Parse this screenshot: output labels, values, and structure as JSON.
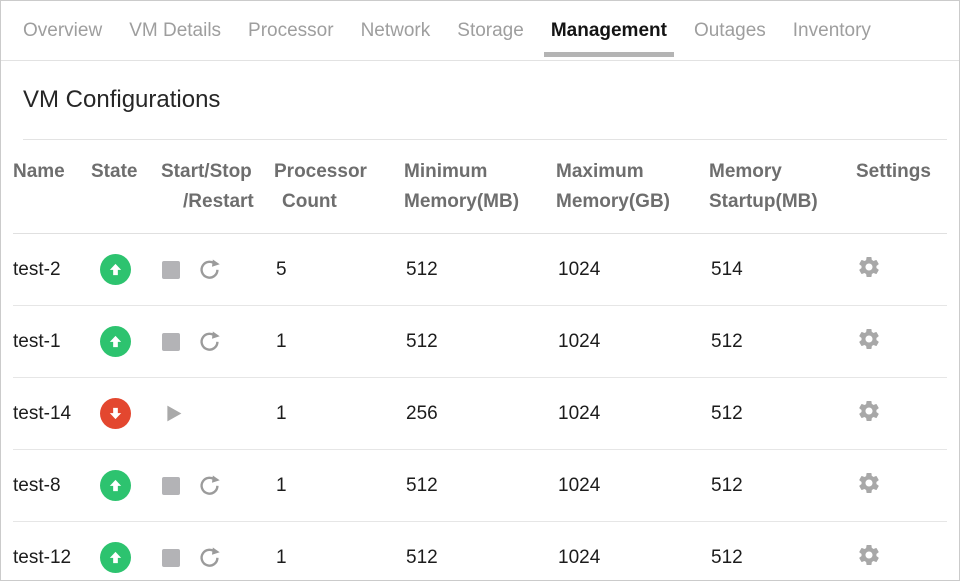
{
  "tabs": {
    "items": [
      {
        "label": "Overview",
        "active": false
      },
      {
        "label": "VM Details",
        "active": false
      },
      {
        "label": "Processor",
        "active": false
      },
      {
        "label": "Network",
        "active": false
      },
      {
        "label": "Storage",
        "active": false
      },
      {
        "label": "Management",
        "active": true
      },
      {
        "label": "Outages",
        "active": false
      },
      {
        "label": "Inventory",
        "active": false
      }
    ]
  },
  "section": {
    "title": "VM Configurations"
  },
  "table": {
    "columns": [
      {
        "line1": "Name",
        "line2": ""
      },
      {
        "line1": "State",
        "line2": ""
      },
      {
        "line1": "Start/Stop",
        "line2": "/Restart"
      },
      {
        "line1": "Processor",
        "line2": "Count"
      },
      {
        "line1": "Minimum",
        "line2": "Memory(MB)"
      },
      {
        "line1": "Maximum",
        "line2": "Memory(GB)"
      },
      {
        "line1": "Memory",
        "line2": "Startup(MB)"
      },
      {
        "line1": "Settings",
        "line2": ""
      }
    ],
    "rows": [
      {
        "name": "test-2",
        "state": "up",
        "controls": [
          "stop",
          "restart"
        ],
        "processor_count": "5",
        "min_memory_mb": "512",
        "max_memory_gb": "1024",
        "memory_startup_mb": "514"
      },
      {
        "name": "test-1",
        "state": "up",
        "controls": [
          "stop",
          "restart"
        ],
        "processor_count": "1",
        "min_memory_mb": "512",
        "max_memory_gb": "1024",
        "memory_startup_mb": "512"
      },
      {
        "name": "test-14",
        "state": "down",
        "controls": [
          "play"
        ],
        "processor_count": "1",
        "min_memory_mb": "256",
        "max_memory_gb": "1024",
        "memory_startup_mb": "512"
      },
      {
        "name": "test-8",
        "state": "up",
        "controls": [
          "stop",
          "restart"
        ],
        "processor_count": "1",
        "min_memory_mb": "512",
        "max_memory_gb": "1024",
        "memory_startup_mb": "512"
      },
      {
        "name": "test-12",
        "state": "up",
        "controls": [
          "stop",
          "restart"
        ],
        "processor_count": "1",
        "min_memory_mb": "512",
        "max_memory_gb": "1024",
        "memory_startup_mb": "512"
      }
    ]
  },
  "icons": {
    "state_up": "up-arrow-in-circle",
    "state_down": "down-arrow-in-circle",
    "stop": "stop-square",
    "play": "play-triangle",
    "restart": "clockwise-circular-arrow",
    "settings": "gear"
  },
  "colors": {
    "state_up": "#2dc36f",
    "state_down": "#e3472f",
    "icon_gray": "#a8a8a8",
    "active_tab_underline": "#b4b4b4",
    "active_tab_text": "#141414",
    "inactive_tab_text": "#9e9e9e"
  }
}
